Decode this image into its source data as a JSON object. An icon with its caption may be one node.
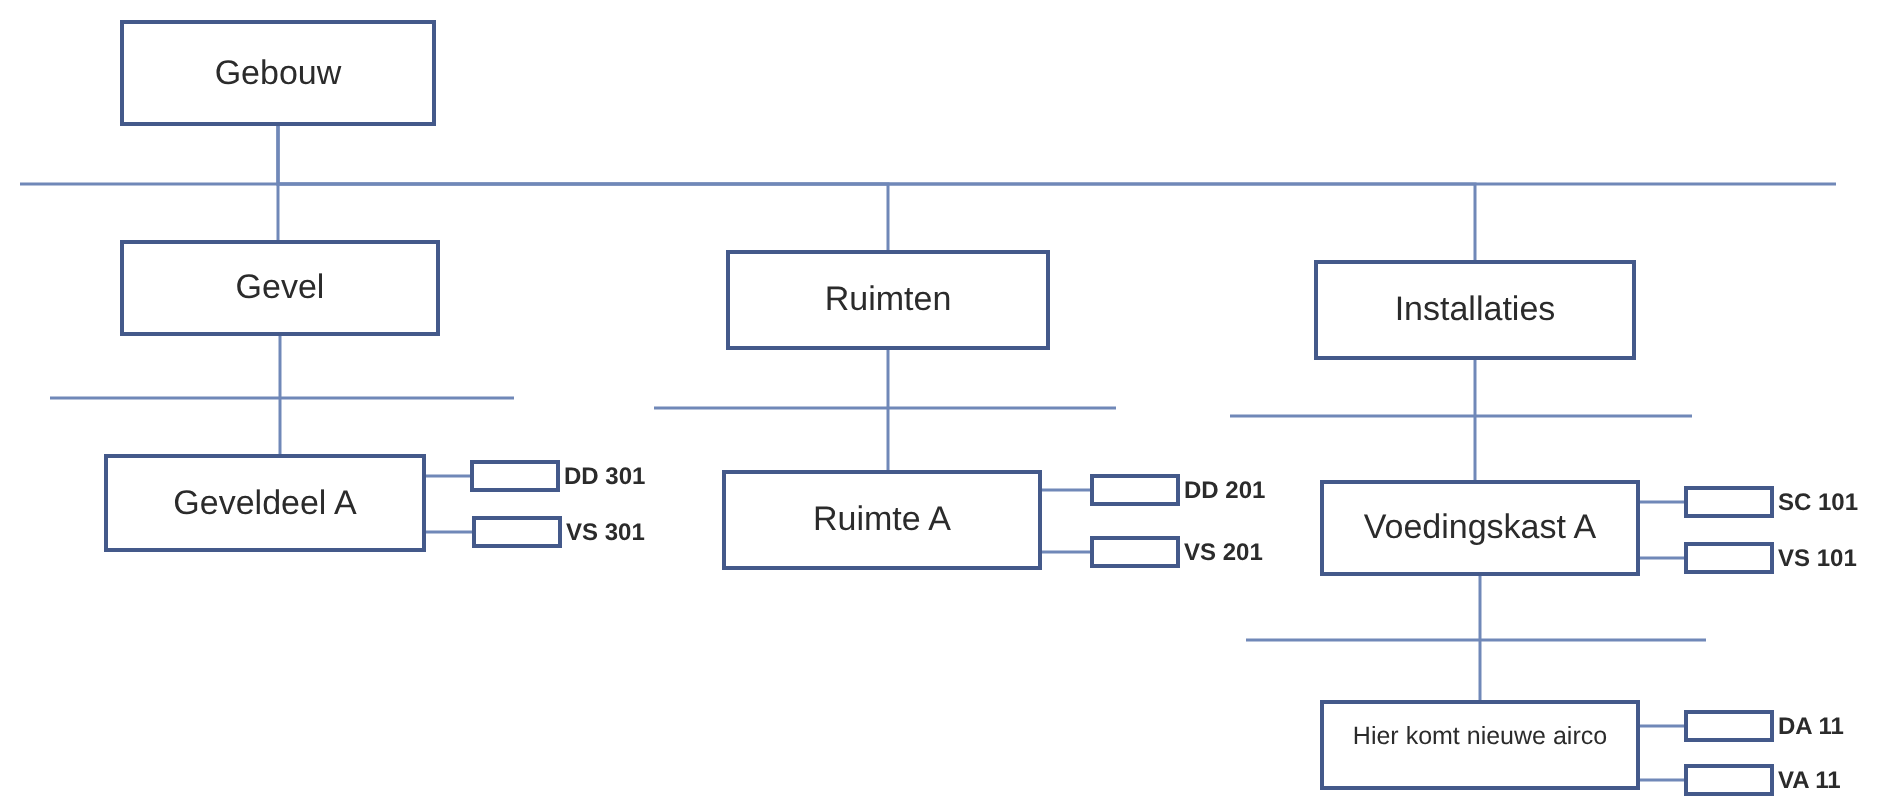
{
  "diagram": {
    "nodes": [
      {
        "text": [
          "Gebouw"
        ]
      },
      {
        "text": [
          "Gevel"
        ]
      },
      {
        "text": [
          "Ruimten"
        ]
      },
      {
        "text": [
          "Installaties"
        ]
      },
      {
        "text": [
          "Geveldeel A"
        ]
      },
      {
        "text": [
          "DD 301"
        ]
      },
      {
        "text": [
          "VS 301"
        ]
      },
      {
        "text": [
          "Ruimte A"
        ]
      },
      {
        "text": [
          "DD 201"
        ]
      },
      {
        "text": [
          "VS 201"
        ]
      },
      {
        "text": [
          "Voedingskast A"
        ]
      },
      {
        "text": [
          "SC 101"
        ]
      },
      {
        "text": [
          "VS 101"
        ]
      },
      {
        "text": [
          "Hier komt nieuwe airco"
        ]
      },
      {
        "text": [
          "DA 11"
        ]
      },
      {
        "text": [
          "VA 11"
        ]
      }
    ],
    "edges": [
      {
        "from": 0,
        "to": 1,
        "arrow": "none"
      },
      {
        "from": 0,
        "to": 2,
        "arrow": "none"
      },
      {
        "from": 0,
        "to": 3,
        "arrow": "none"
      },
      {
        "from": 1,
        "to": 4,
        "arrow": "none"
      },
      {
        "from": 4,
        "to": 5,
        "arrow": "none"
      },
      {
        "from": 4,
        "to": 6,
        "arrow": "none"
      },
      {
        "from": 2,
        "to": 7,
        "arrow": "none"
      },
      {
        "from": 7,
        "to": 8,
        "arrow": "none"
      },
      {
        "from": 7,
        "to": 9,
        "arrow": "none"
      },
      {
        "from": 3,
        "to": 10,
        "arrow": "none"
      },
      {
        "from": 10,
        "to": 11,
        "arrow": "none"
      },
      {
        "from": 10,
        "to": 12,
        "arrow": "none"
      },
      {
        "from": 10,
        "to": 13,
        "arrow": "none"
      },
      {
        "from": 13,
        "to": 14,
        "arrow": "none"
      },
      {
        "from": 13,
        "to": 15,
        "arrow": "none"
      }
    ]
  }
}
